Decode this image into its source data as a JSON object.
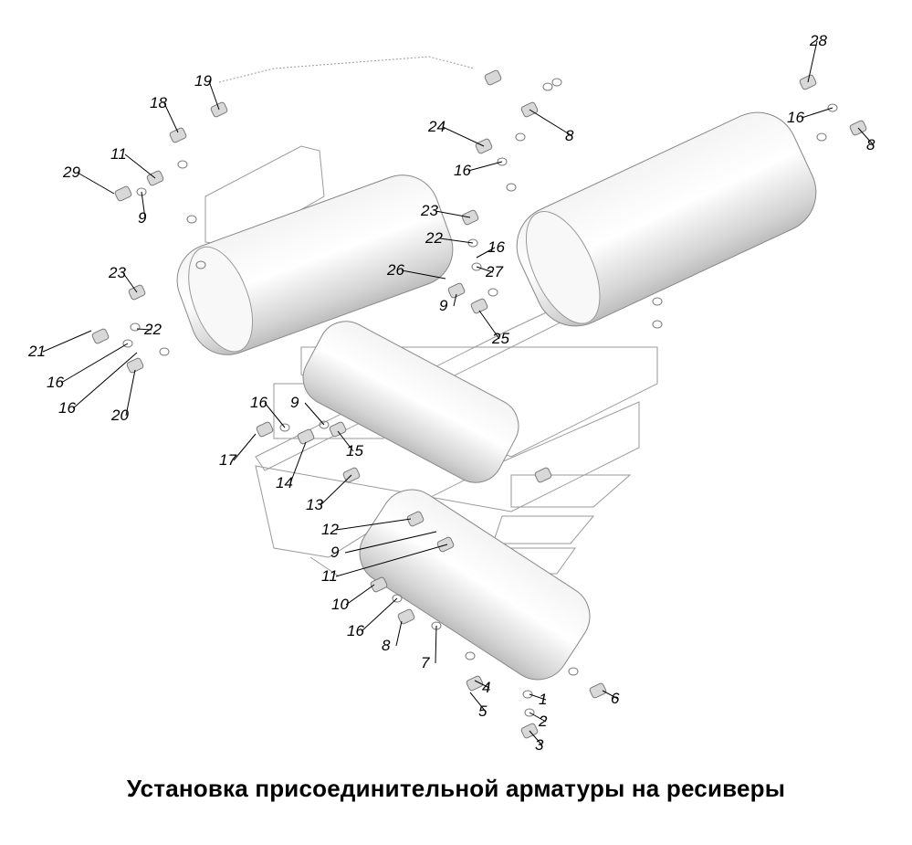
{
  "title": "Установка присоединительной арматуры на ресиверы",
  "callouts": [
    "28",
    "16",
    "8",
    "8",
    "24",
    "16",
    "19",
    "18",
    "11",
    "29",
    "9",
    "23",
    "22",
    "16",
    "26",
    "27",
    "9",
    "25",
    "23",
    "22",
    "21",
    "16",
    "16",
    "20",
    "16",
    "9",
    "15",
    "17",
    "14",
    "13",
    "12",
    "9",
    "11",
    "10",
    "16",
    "8",
    "7",
    "4",
    "5",
    "1",
    "6",
    "2",
    "3"
  ]
}
